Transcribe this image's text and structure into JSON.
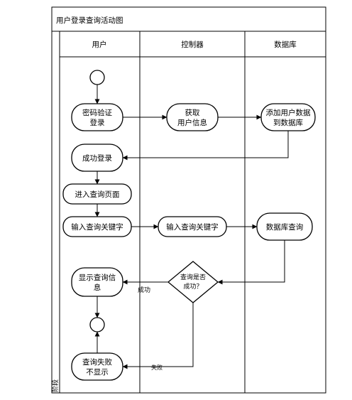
{
  "diagram": {
    "title": "用户登录查询活动图",
    "side_label": "阶段",
    "lanes": [
      {
        "id": "user",
        "label": "用户"
      },
      {
        "id": "controller",
        "label": "控制器"
      },
      {
        "id": "database",
        "label": "数据库"
      }
    ],
    "nodes": {
      "login": {
        "lines": [
          "密码验证",
          "登录"
        ]
      },
      "get_info": {
        "lines": [
          "获取",
          "用户信息"
        ]
      },
      "add_data": {
        "lines": [
          "添加用户数据",
          "到数据库"
        ]
      },
      "login_ok": {
        "lines": [
          "成功登录"
        ]
      },
      "enter_page": {
        "lines": [
          "进入查询页面"
        ]
      },
      "input_user": {
        "lines": [
          "输入查询关键字"
        ]
      },
      "input_ctrl": {
        "lines": [
          "输入查询关键字"
        ]
      },
      "db_query": {
        "lines": [
          "数据库查询"
        ]
      },
      "decision": {
        "lines": [
          "查询是否",
          "成功？"
        ]
      },
      "show_info": {
        "lines": [
          "显示查询信",
          "息"
        ]
      },
      "fail": {
        "lines": [
          "查询失败",
          "不显示"
        ]
      }
    },
    "edge_labels": {
      "success": "成功",
      "failure": "失败"
    }
  }
}
